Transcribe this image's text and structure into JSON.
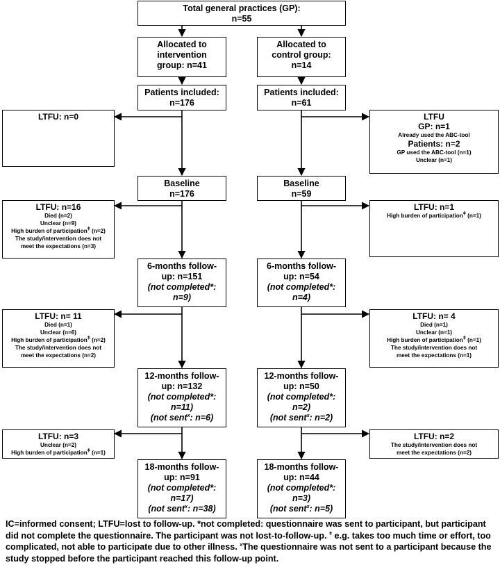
{
  "top": {
    "line1": "Total general practices (GP):",
    "line2": "n=55"
  },
  "alloc_int": {
    "line1": "Allocated to",
    "line2": "intervention",
    "line3": "group: n=41"
  },
  "alloc_ctl": {
    "line1": "Allocated to",
    "line2": "control group:",
    "line3": "n=14"
  },
  "incl_int": {
    "line1": "Patients included:",
    "line2": "n=176"
  },
  "incl_ctl": {
    "line1": "Patients included:",
    "line2": "n=61"
  },
  "ltfu_int_0": {
    "title": "LTFU: n=0"
  },
  "ltfu_ctl_0": {
    "title": "LTFU",
    "gp": "GP: n=1",
    "gp_reason": "Already used the ABC-tool",
    "patients": "Patients: n=2",
    "pat_reason1": "GP used the ABC-tool (n=1)",
    "pat_reason2": "Unclear (n=1)"
  },
  "base_int": {
    "line1": "Baseline",
    "line2": "n=176"
  },
  "base_ctl": {
    "line1": "Baseline",
    "line2": "n=59"
  },
  "ltfu_int_1": {
    "title": "LTFU: n=16",
    "r1": "Died (n=2)",
    "r2": "Unclear (n=9)",
    "r3a": "High burden of participation",
    "r3b": " (n=2)",
    "r4": "The study/intervention does not",
    "r5": "meet the expectations (n=3)"
  },
  "ltfu_ctl_1": {
    "title": "LTFU: n=1",
    "r1a": "High burden of participation",
    "r1b": " (n=1)"
  },
  "fu6_int": {
    "line1": "6-months follow-",
    "line2": "up: n=151",
    "line3": "(not completed*:",
    "line4": "n=9)"
  },
  "fu6_ctl": {
    "line1": "6-months follow-",
    "line2": "up: n=54",
    "line3": "(not completed*:",
    "line4": "n=4)"
  },
  "ltfu_int_2": {
    "title": "LTFU: n= 11",
    "r1": "Died (n=1)",
    "r2": "Unclear (n=6)",
    "r3a": "High burden of participation",
    "r3b": " (n=2)",
    "r4": "The study/intervention does not",
    "r5": "meet the expectations (n=2)"
  },
  "ltfu_ctl_2": {
    "title": "LTFU: n= 4",
    "r1": "Died (n=1)",
    "r2": "Unclear (n=1)",
    "r3a": "High burden of participation",
    "r3b": " (n=1)",
    "r4": "The study/intervention does not",
    "r5": "meet the expectations (n=1)"
  },
  "fu12_int": {
    "line1": "12-months follow-",
    "line2": "up: n=132",
    "line3": "(not completed*:",
    "line4": "n=11)",
    "line5a": "(not sent",
    "line5b": ": n=6)"
  },
  "fu12_ctl": {
    "line1": "12-months follow-",
    "line2": "up: n=50",
    "line3": "(not completed*:",
    "line4": "n=2)",
    "line5a": "(not sent",
    "line5b": ": n=2)"
  },
  "ltfu_int_3": {
    "title": "LTFU: n=3",
    "r1": "Unclear (n=2)",
    "r2a": "High burden of participation",
    "r2b": " (n=1)"
  },
  "ltfu_ctl_3": {
    "title": "LTFU: n=2",
    "r1": "The study/intervention does not",
    "r2": "meet the expectations (n=2)"
  },
  "fu18_int": {
    "line1": "18-months follow-",
    "line2": "up: n=91",
    "line3": "(not completed*:",
    "line4": "n=17)",
    "line5a": "(not sent",
    "line5b": ": n=38)"
  },
  "fu18_ctl": {
    "line1": "18-months follow-",
    "line2": "up: n=44",
    "line3": "(not completed*:",
    "line4": "n=3)",
    "line5a": "(not sent",
    "line5b": ": n=5)"
  },
  "marks": {
    "dagger": "ǂ",
    "x": "x"
  },
  "footnote": {
    "p1": "IC=informed consent; LTFU=lost to follow-up. *not completed: questionnaire was sent to participant, but participant did not complete the questionnaire. The participant was not lost-to-follow-up. ",
    "p2": " e.g. takes too much time or effort, too complicated, not able to participate due to other illness. ",
    "p3": "The questionnaire was not sent to a participant because the study stopped before the participant reached this follow-up point."
  }
}
